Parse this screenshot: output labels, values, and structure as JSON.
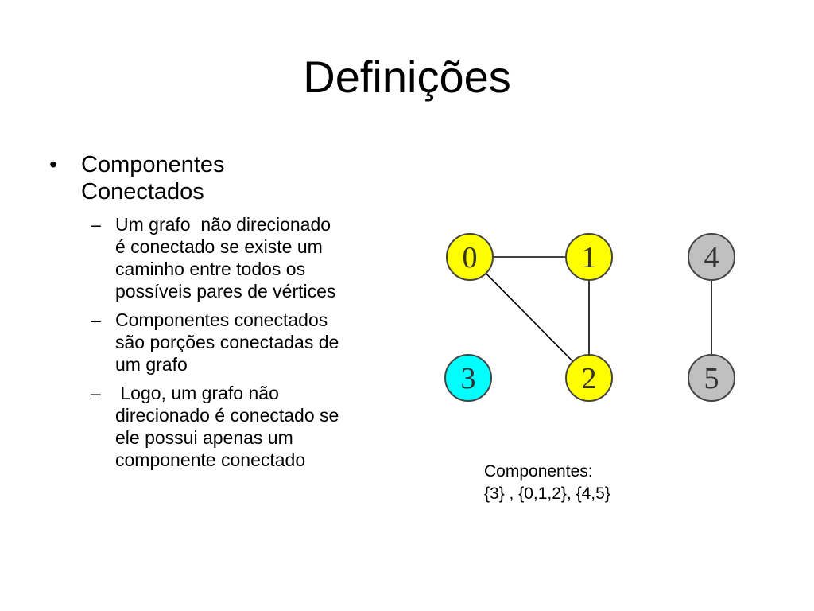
{
  "slide": {
    "title": "Definições"
  },
  "bullet": {
    "marker": "•",
    "text_line1": "Componentes",
    "text_line2": "Conectados",
    "sub_marker": "–",
    "subs": [
      {
        "lines": [
          "Um grafo  não direcionado",
          "é conectado se existe um",
          "caminho entre todos os",
          "possíveis pares de vértices"
        ]
      },
      {
        "lines": [
          "Componentes conectados",
          "são porções conectadas de",
          "um grafo"
        ]
      },
      {
        "lines": [
          " Logo, um grafo não",
          "direcionado é conectado se",
          "ele possui apenas um",
          "componente conectado"
        ]
      }
    ]
  },
  "graph": {
    "nodes": [
      {
        "label": "0",
        "color": "#ffff00"
      },
      {
        "label": "1",
        "color": "#ffff00"
      },
      {
        "label": "2",
        "color": "#ffff00"
      },
      {
        "label": "3",
        "color": "#00ffff"
      },
      {
        "label": "4",
        "color": "#c0c0c0"
      },
      {
        "label": "5",
        "color": "#c0c0c0"
      }
    ],
    "edges": [
      [
        "0",
        "1"
      ],
      [
        "0",
        "2"
      ],
      [
        "1",
        "2"
      ],
      [
        "4",
        "5"
      ]
    ]
  },
  "components": {
    "label": "Componentes:",
    "list": "{3} , {0,1,2}, {4,5}"
  }
}
